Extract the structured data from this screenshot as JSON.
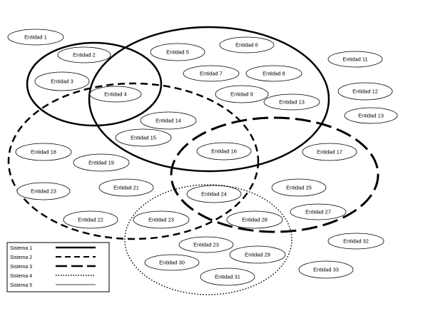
{
  "diagram": {
    "entities": [
      "Entidad 1",
      "Entidad 2",
      "Entidad 3",
      "Entidad 4",
      "Entidad 5",
      "Entidad 6",
      "Entidad 7",
      "Entidad 8",
      "Entidad 9",
      "Entidad 13",
      "Entidad 11",
      "Entidad 12",
      "Entidad 13",
      "Entidad 14",
      "Entidad 15",
      "Entidad 18",
      "Entidad 19",
      "Entidad 16",
      "Entidad 17",
      "Entidad 23",
      "Entidad 21",
      "Entidad 25",
      "Entidad 24",
      "Entidad 27",
      "Entidad 22",
      "Entidad 23",
      "Entidad 28",
      "Entidad 32",
      "Entidad 23",
      "Entidad 29",
      "Entidad 30",
      "Entidad 31",
      "Entidad 33"
    ],
    "systems": [
      {
        "label": "Sistema 1",
        "line_style": "solid-thick"
      },
      {
        "label": "Sistema 2",
        "line_style": "dashed"
      },
      {
        "label": "Sistema 3",
        "line_style": "long-dashed"
      },
      {
        "label": "Sistema 4",
        "line_style": "dotted"
      },
      {
        "label": "Sistema 5",
        "line_style": "solid-thin"
      }
    ]
  }
}
